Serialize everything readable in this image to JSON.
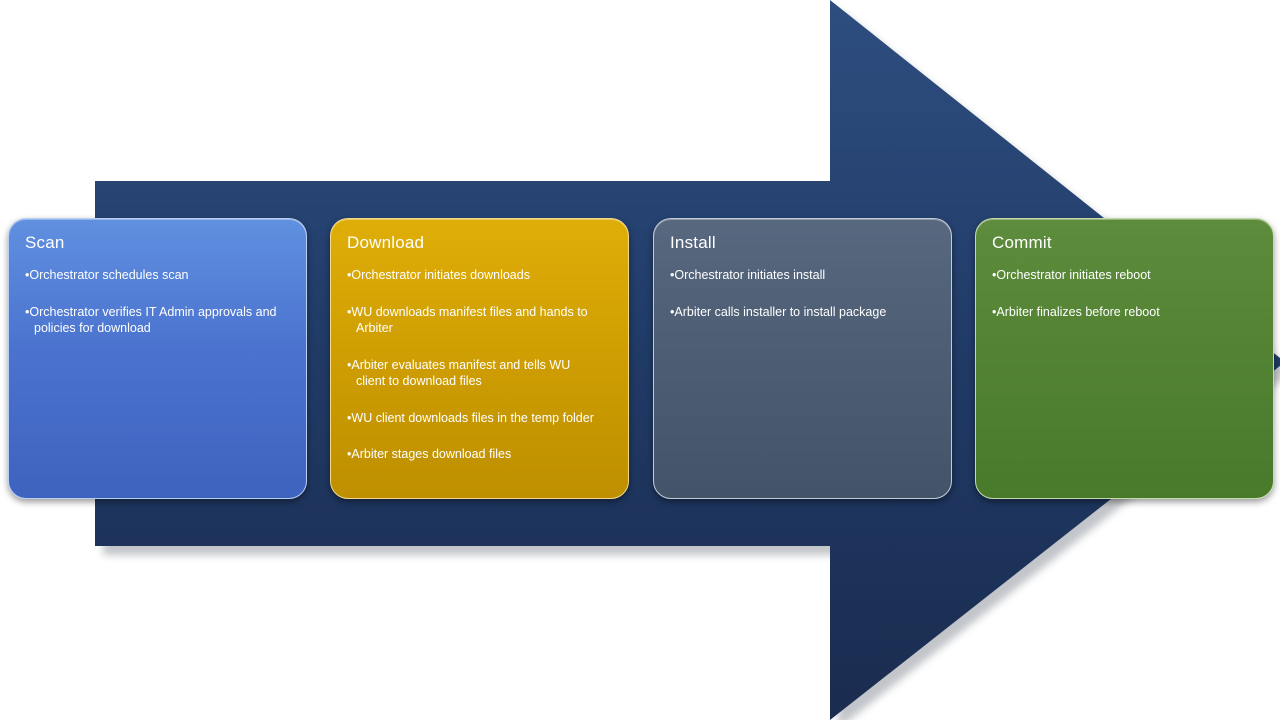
{
  "diagram": {
    "type": "process-flow-arrow",
    "direction": "right",
    "arrow": {
      "fill_top": "#2E4E80",
      "fill_mid": "#203A66",
      "fill_bottom": "#1A2C4F",
      "shadow_color": "#8F949C"
    }
  },
  "stages": [
    {
      "title": "Scan",
      "fill_top": "#6090E0",
      "fill_bottom": "#3E63BF",
      "bullets": [
        "Orchestrator schedules scan",
        "Orchestrator verifies IT Admin approvals and policies for download"
      ]
    },
    {
      "title": "Download",
      "fill_top": "#DFAE08",
      "fill_bottom": "#BE8F00",
      "bullets": [
        "Orchestrator initiates downloads",
        "WU downloads manifest files and hands to Arbiter",
        "Arbiter evaluates manifest and tells WU client to download files",
        "WU client downloads files in the temp folder",
        "Arbiter stages download files"
      ]
    },
    {
      "title": "Install",
      "fill_top": "#57687F",
      "fill_bottom": "#445468",
      "bullets": [
        "Orchestrator initiates install",
        "Arbiter calls installer to install package"
      ]
    },
    {
      "title": "Commit",
      "fill_top": "#5D8C3C",
      "fill_bottom": "#497A2C",
      "bullets": [
        "Orchestrator initiates reboot",
        "Arbiter finalizes before reboot"
      ]
    }
  ]
}
